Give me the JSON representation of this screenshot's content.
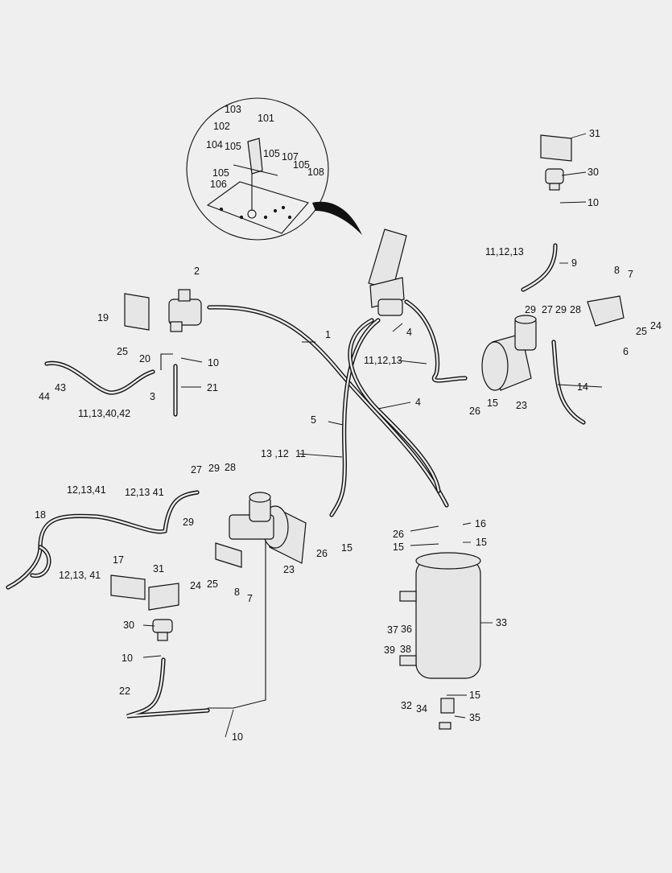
{
  "diagram": {
    "background": "#efefef",
    "line_color": "#111111",
    "callouts": [
      {
        "id": "c103",
        "text": "103"
      },
      {
        "id": "c102",
        "text": "102"
      },
      {
        "id": "c101",
        "text": "101"
      },
      {
        "id": "c104",
        "text": "104"
      },
      {
        "id": "c105a",
        "text": "105"
      },
      {
        "id": "c105b",
        "text": "105"
      },
      {
        "id": "c107",
        "text": "107"
      },
      {
        "id": "c105c",
        "text": "105"
      },
      {
        "id": "c105d",
        "text": "105"
      },
      {
        "id": "c108",
        "text": "108"
      },
      {
        "id": "c106",
        "text": "106"
      },
      {
        "id": "c31a",
        "text": "31"
      },
      {
        "id": "c30a",
        "text": "30"
      },
      {
        "id": "c10a",
        "text": "10"
      },
      {
        "id": "c111213a",
        "text": "11,12,13"
      },
      {
        "id": "c9",
        "text": "9"
      },
      {
        "id": "c8a",
        "text": "8"
      },
      {
        "id": "c7a",
        "text": "7"
      },
      {
        "id": "c29a",
        "text": "29"
      },
      {
        "id": "c27a",
        "text": "27"
      },
      {
        "id": "c29b",
        "text": "29"
      },
      {
        "id": "c28a",
        "text": "28"
      },
      {
        "id": "c25a",
        "text": "25"
      },
      {
        "id": "c24a",
        "text": "24"
      },
      {
        "id": "c6",
        "text": "6"
      },
      {
        "id": "c2",
        "text": "2"
      },
      {
        "id": "c19",
        "text": "19"
      },
      {
        "id": "c25b",
        "text": "25"
      },
      {
        "id": "c20",
        "text": "20"
      },
      {
        "id": "c10b",
        "text": "10"
      },
      {
        "id": "c1",
        "text": "1"
      },
      {
        "id": "c4a",
        "text": "4"
      },
      {
        "id": "c111213b",
        "text": "11,12,13"
      },
      {
        "id": "c14",
        "text": "14"
      },
      {
        "id": "c44",
        "text": "44"
      },
      {
        "id": "c43",
        "text": "43"
      },
      {
        "id": "c3",
        "text": "3"
      },
      {
        "id": "c21",
        "text": "21"
      },
      {
        "id": "c26a",
        "text": "26"
      },
      {
        "id": "c15a",
        "text": "15"
      },
      {
        "id": "c23a",
        "text": "23"
      },
      {
        "id": "c11134042",
        "text": "11,13,40,42"
      },
      {
        "id": "c5",
        "text": "5"
      },
      {
        "id": "c4b",
        "text": "4"
      },
      {
        "id": "c1312",
        "text": "13 ,12"
      },
      {
        "id": "c11",
        "text": "11"
      },
      {
        "id": "c27b",
        "text": "27"
      },
      {
        "id": "c29c",
        "text": "29"
      },
      {
        "id": "c28b",
        "text": "28"
      },
      {
        "id": "c121341a",
        "text": "12,13,41"
      },
      {
        "id": "c121341b",
        "text": "12,13 41"
      },
      {
        "id": "c18",
        "text": "18"
      },
      {
        "id": "c29d",
        "text": "29"
      },
      {
        "id": "c26b",
        "text": "26"
      },
      {
        "id": "c16",
        "text": "16"
      },
      {
        "id": "c15b",
        "text": "15"
      },
      {
        "id": "c15c",
        "text": "15"
      },
      {
        "id": "c26c",
        "text": "26"
      },
      {
        "id": "c15d",
        "text": "15"
      },
      {
        "id": "c121341c",
        "text": "12,13, 41"
      },
      {
        "id": "c17",
        "text": "17"
      },
      {
        "id": "c31b",
        "text": "31"
      },
      {
        "id": "c24b",
        "text": "24"
      },
      {
        "id": "c25c",
        "text": "25"
      },
      {
        "id": "c23b",
        "text": "23"
      },
      {
        "id": "c8b",
        "text": "8"
      },
      {
        "id": "c7b",
        "text": "7"
      },
      {
        "id": "c30b",
        "text": "30"
      },
      {
        "id": "c33",
        "text": "33"
      },
      {
        "id": "c10c",
        "text": "10"
      },
      {
        "id": "c37",
        "text": "37"
      },
      {
        "id": "c36",
        "text": "36"
      },
      {
        "id": "c39",
        "text": "39"
      },
      {
        "id": "c38",
        "text": "38"
      },
      {
        "id": "c22",
        "text": "22"
      },
      {
        "id": "c15e",
        "text": "15"
      },
      {
        "id": "c32",
        "text": "32"
      },
      {
        "id": "c34",
        "text": "34"
      },
      {
        "id": "c35",
        "text": "35"
      },
      {
        "id": "c10d",
        "text": "10"
      }
    ]
  }
}
